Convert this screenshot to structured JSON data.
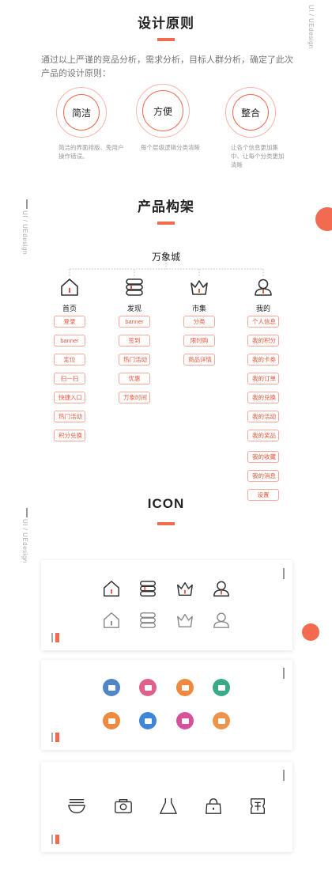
{
  "side_labels": {
    "top": "UI / UEdesign",
    "left1": "UI / UEdesign",
    "left2": "UI / UEdesign"
  },
  "sections": {
    "design": {
      "title": "设计原则",
      "intro": "通过以上严谨的竞品分析，需求分析，目标人群分析，确定了此次产品的设计原则：",
      "principles": [
        {
          "name": "简洁",
          "desc": "简洁的界面排版、免用户操作错误。"
        },
        {
          "name": "方便",
          "desc": "每个层级逻辑分类清晰"
        },
        {
          "name": "整合",
          "desc": "让各个信息更加集中、让每个分类更加清晰"
        }
      ]
    },
    "architecture": {
      "title": "产品构架",
      "root": "万象城",
      "columns": [
        {
          "label": "首页",
          "icon": "home-icon",
          "items": [
            "登录",
            "banner",
            "定位",
            "扫一扫",
            "快捷入口",
            "热门活动",
            "积分兑换"
          ]
        },
        {
          "label": "发现",
          "icon": "discover-icon",
          "items": [
            "banner",
            "签到",
            "热门活动",
            "优惠",
            "万象时间"
          ]
        },
        {
          "label": "市集",
          "icon": "market-basket-icon",
          "items": [
            "分类",
            "限时购",
            "商品详情"
          ]
        },
        {
          "label": "我的",
          "icon": "profile-icon",
          "items": [
            "个人信息",
            "我的积分",
            "我的卡券",
            "我的订单",
            "我的兑换",
            "我的活动",
            "我的奖品",
            "我的收藏",
            "我的消息",
            "设置"
          ]
        }
      ]
    },
    "icon": {
      "title": "ICON"
    }
  },
  "colors": {
    "accent": "#f26a4f",
    "ring": "#f7b5a8",
    "tag_border": "#f3a89a",
    "tag_text": "#e8563b"
  },
  "icon_sets": {
    "outline_active": [
      "home-icon",
      "discover-icon",
      "market-basket-icon",
      "profile-icon"
    ],
    "outline_inactive": [
      "home-icon",
      "discover-icon",
      "market-basket-icon",
      "profile-icon"
    ],
    "colored_row1": [
      {
        "name": "car-icon",
        "color": "#4f86c6"
      },
      {
        "name": "crown-icon",
        "color": "#e0608a"
      },
      {
        "name": "store-icon",
        "color": "#f0883e"
      },
      {
        "name": "coffee-cup-icon",
        "color": "#3aaa86"
      }
    ],
    "colored_row2": [
      {
        "name": "chat-icon",
        "color": "#f0883e"
      },
      {
        "name": "calendar-icon",
        "color": "#3f86d8"
      },
      {
        "name": "shopping-bag-icon",
        "color": "#d9509a"
      },
      {
        "name": "clock-icon",
        "color": "#f0934a"
      }
    ],
    "line_row": [
      "noodle-bowl-icon",
      "camera-icon",
      "dress-icon",
      "handbag-icon",
      "ticket-icon"
    ]
  }
}
